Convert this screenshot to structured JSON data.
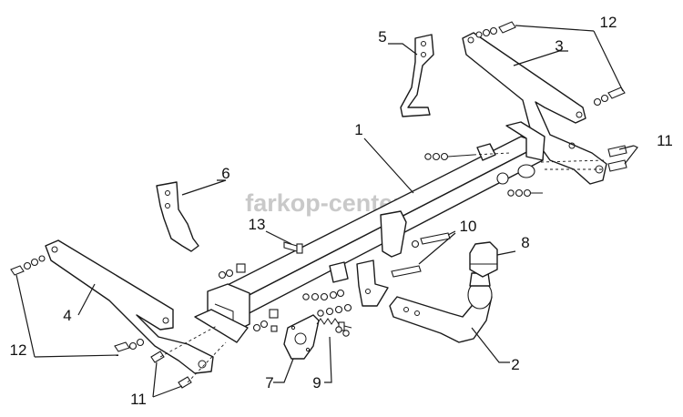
{
  "watermark": "farkop-center.ru",
  "labels": {
    "l1": "1",
    "l2": "2",
    "l3": "3",
    "l4": "4",
    "l5": "5",
    "l6": "6",
    "l7": "7",
    "l8": "8",
    "l9": "9",
    "l10": "10",
    "l11a": "11",
    "l11b": "11",
    "l12a": "12",
    "l12b": "12",
    "l13": "13"
  }
}
